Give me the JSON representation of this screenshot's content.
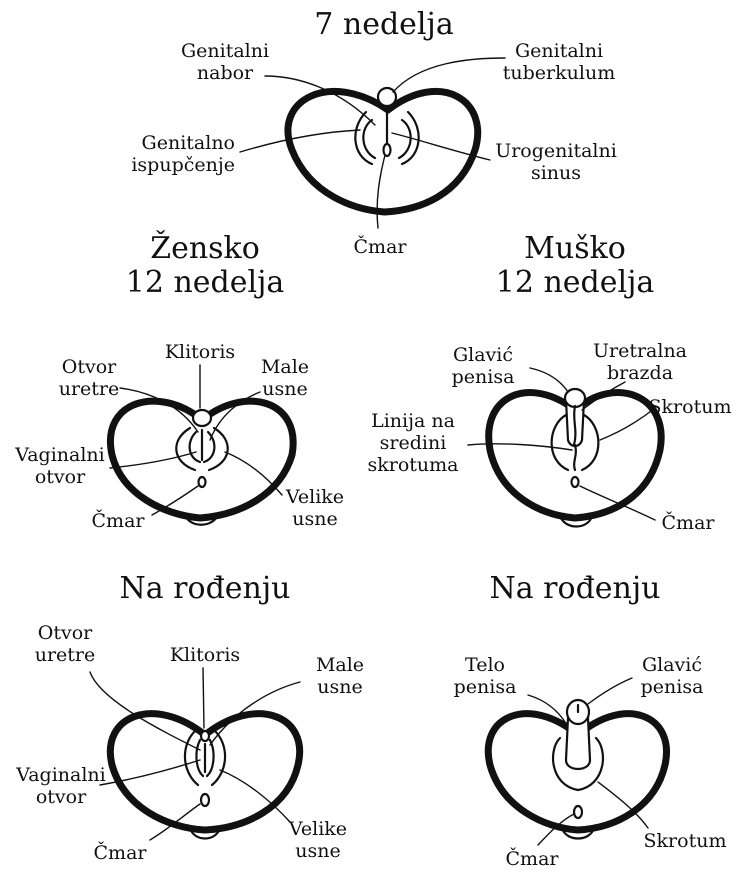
{
  "diagrams": {
    "week7": {
      "title": "7 nedelja",
      "labels": {
        "genital_fold": "Genitalni\nnabor",
        "genital_tubercle": "Genitalni\ntuberkulum",
        "genital_swelling": "Genitalno\nispupčenje",
        "urogenital_sinus": "Urogenitalni\nsinus",
        "anus": "Čmar"
      }
    },
    "female12": {
      "title": "Žensko\n12 nedelja",
      "labels": {
        "urethral_opening": "Otvor\nuretre",
        "clitoris": "Klitoris",
        "labia_minora": "Male\nusne",
        "vaginal_opening": "Vaginalni\notvor",
        "anus": "Čmar",
        "labia_majora": "Velike\nusne"
      }
    },
    "male12": {
      "title": "Muško\n12 nedelja",
      "labels": {
        "glans_penis": "Glavić\npenisa",
        "urethral_groove": "Uretralna\nbrazda",
        "scrotal_raphe": "Linija na\nsredini\nskrotuma",
        "scrotum": "Skrotum",
        "anus": "Čmar"
      }
    },
    "female_birth": {
      "title": "Na rođenju",
      "labels": {
        "urethral_opening": "Otvor\nuretre",
        "clitoris": "Klitoris",
        "labia_minora": "Male\nusne",
        "vaginal_opening": "Vaginalni\notvor",
        "anus": "Čmar",
        "labia_majora": "Velike\nusne"
      }
    },
    "male_birth": {
      "title": "Na rođenju",
      "labels": {
        "penis_body": "Telo\npenisa",
        "glans_penis": "Glavić\npenisa",
        "anus": "Čmar",
        "scrotum": "Skrotum"
      }
    }
  }
}
